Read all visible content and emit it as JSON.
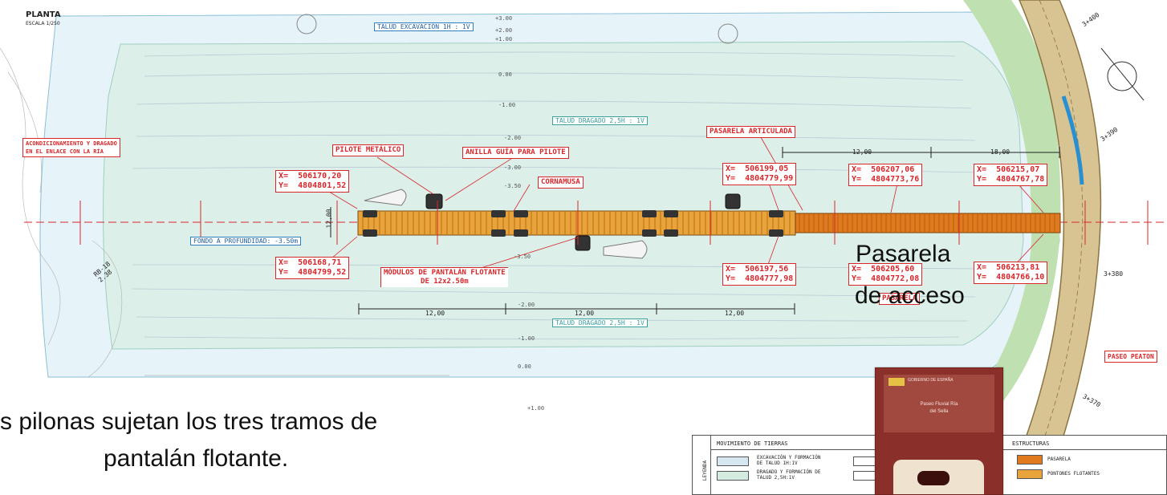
{
  "plan": {
    "title": "PLANTA",
    "scale": "ESCALA 1/250"
  },
  "labels": {
    "acondicionamiento": "ACONDICIONAMIENTO Y DRAGADO\nEN EL ENLACE CON LA RÍA",
    "pilote": "PILOTE METÁLICO",
    "anilla": "ANILLA GUÍA PARA PILOTE",
    "cornamusa": "CORNAMUSA",
    "pasarela_articulada": "PASARELA ARTICULADA",
    "modulos": "MÓDULOS DE PANTALÁN FLOTANTE\nDE 12x2.50m",
    "pasarela_small": "PASARELA",
    "paseo": "PASEO PEATON",
    "talud_excavacion": "TALUD EXCAVACIÓN 1H : 1V",
    "talud_dragado_top": "TALUD DRAGADO 2,5H : 1V",
    "talud_dragado_bottom": "TALUD DRAGADO 2,5H : 1V",
    "fondo": "FONDO A PROFUNDIDAD: -3.50m",
    "rb": "RB-18\n2.38"
  },
  "coords": {
    "c1": "X=  506170,20\nY=  4804801,52",
    "c2": "X=  506168,71\nY=  4804799,52",
    "c3": "X=  506199,05\nY=  4804779,99",
    "c4": "X=  506197,56\nY=  4804777,98",
    "c5": "X=  506207,06\nY=  4804773,76",
    "c6": "X=  506205,60\nY=  4804772,08",
    "c7": "X=  506215,07\nY=  4804767,78",
    "c8": "X=  506213,81\nY=  4804766,10"
  },
  "levels": [
    "+3.00",
    "+2.00",
    "+1.00",
    "0.00",
    "-1.00",
    "-2.00",
    "-3.00",
    "-3.50",
    "-3.50",
    "-2.00",
    "-1.00",
    "0.00",
    "+1.00"
  ],
  "dimensions": [
    "12,00",
    "12,00",
    "12,00",
    "12,00",
    "12,00",
    "18,00"
  ],
  "stations": [
    "3+400",
    "3+390",
    "3+380",
    "3+370"
  ],
  "legend": {
    "left_title": "MOVIMIENTO DE TIERRAS",
    "side": "LEYENDA",
    "row1": "EXCAVACIÓN Y FORMACIÓN\nDE TALUD 1H:1V",
    "row2": "DRAGADO Y FORMACIÓN DE\nTALUD 2,5H:1V",
    "right_title": "ESTRUCTURAS",
    "r1": "PASARELA",
    "r2": "PONTONES FLOTANTES"
  },
  "card": {
    "org": "GOBIERNO DE ESPAÑA",
    "l1": "Paseo Fluvial Ría",
    "l2": "del Sella"
  },
  "overlay": {
    "pasarela_line1": "Pasarela",
    "pasarela_line2": "de acceso",
    "caption_line1": "s pilonas sujetan  los tres tramos de",
    "caption_line2": "pantalán flotante."
  },
  "colors": {
    "water_light": "#e6f3f8",
    "water_dredge": "#d4ebe6",
    "pontoon": "#e8a33a",
    "bridge": "#e07a1f",
    "label_red": "#d8272b",
    "road": "#c8b07a"
  }
}
